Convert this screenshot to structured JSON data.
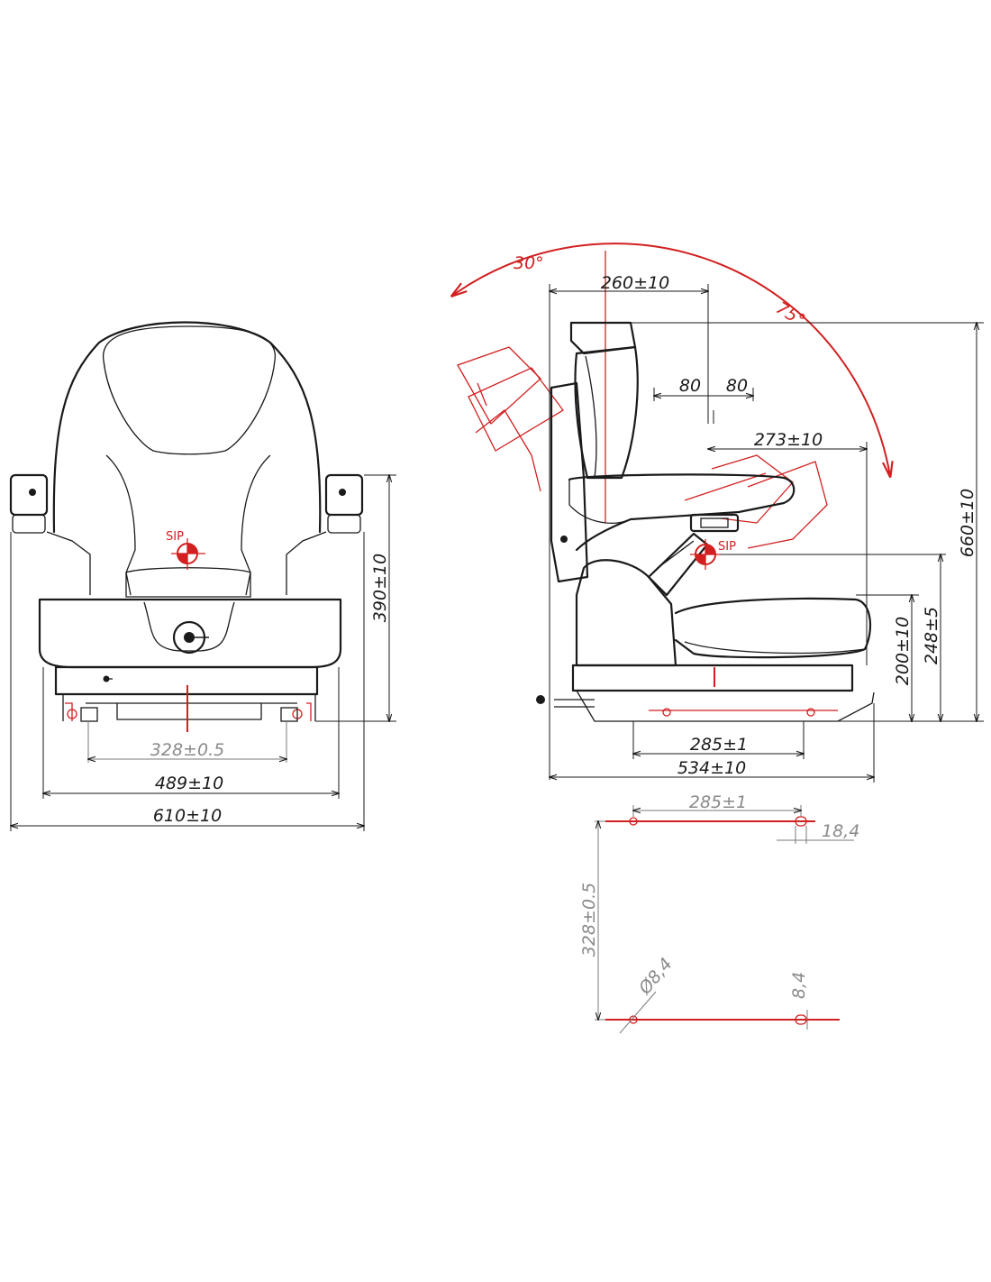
{
  "colors": {
    "ink": "#1a1a1a",
    "accent": "#d21f1f",
    "muted": "#8a8a8a"
  },
  "front_view": {
    "sip_label": "SIP",
    "dims": {
      "mount_width": "328±0.5",
      "seat_width": "489±10",
      "overall_width": "610±10",
      "armrest_height": "390±10"
    }
  },
  "side_view": {
    "sip_label": "SIP",
    "angles": {
      "forward": "30°",
      "recline": "75°"
    },
    "dims": {
      "backrest_to_sip": "260±10",
      "adjust_back": "80",
      "adjust_front": "80",
      "sip_to_front": "273±10",
      "overall_height": "660±10",
      "sip_height": "248±5",
      "cushion_height": "200±10",
      "rail_spacing": "285±1",
      "overall_depth": "534±10"
    }
  },
  "mount_plan": {
    "dims": {
      "rail_spacing": "285±1",
      "slot_length": "18,4",
      "hole_spacing": "328±0.5",
      "hole_diameter": "Ø8,4",
      "slot_width": "8,4"
    }
  }
}
